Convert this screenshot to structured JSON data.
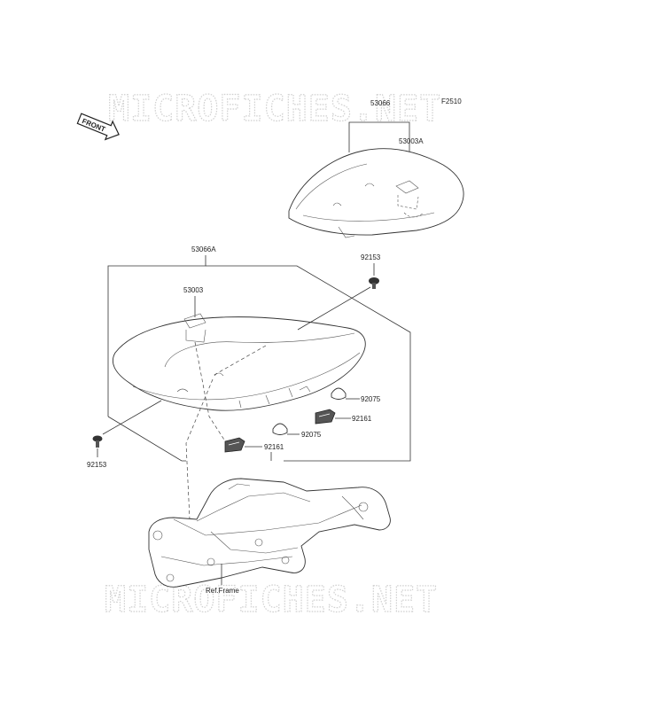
{
  "watermark": {
    "top_text": "MICROFICHES.NET",
    "bottom_text": "MICROFICHES.NET"
  },
  "front_badge": {
    "text": "FRONT"
  },
  "diagram_code": "F2510",
  "callouts": {
    "seat_rear_assy": "53066",
    "rear_hook": "53003A",
    "seat_front_assy": "53066A",
    "front_hook": "53003",
    "bolt_right": "92153",
    "bolt_left": "92153",
    "damper_right": "92075",
    "damper_center": "92075",
    "clip_right": "92161",
    "clip_center": "92161",
    "frame_ref": "Ref.Frame"
  }
}
